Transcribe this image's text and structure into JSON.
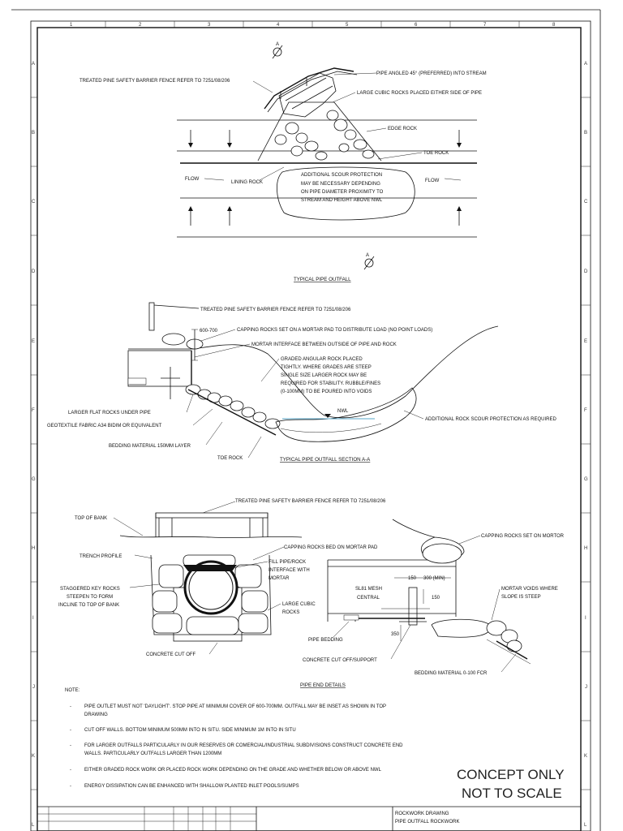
{
  "grid": {
    "columns": [
      "1",
      "2",
      "3",
      "4",
      "5",
      "6",
      "7",
      "8"
    ],
    "rows": [
      "A",
      "B",
      "C",
      "D",
      "E",
      "F",
      "G",
      "H",
      "I",
      "J",
      "K",
      "L"
    ]
  },
  "plan": {
    "section_marker": "A",
    "title": "TYPICAL PIPE OUTFALL",
    "labels": {
      "fence": "TREATED PINE SAFETY BARRIER FENCE REFER TO 7251/08/206",
      "pipe_angled": "PIPE ANGLED 45° (PREFERRED) INTO STREAM",
      "cubic_rocks": "LARGE CUBIC ROCKS PLACED EITHER SIDE OF PIPE",
      "edge_rock": "EDGE ROCK",
      "toe_rock": "TOE ROCK",
      "flow_left": "FLOW",
      "lining_rock": "LINING ROCK",
      "flow_right": "FLOW",
      "scour_1": "ADDITIONAL SCOUR PROTECTION",
      "scour_2": "MAY BE NECESSARY DEPENDING",
      "scour_3": "ON PIPE DIAMETER PROXIMITY TO",
      "scour_4": "STREAM AND HEIGHT ABOVE NWL"
    }
  },
  "section": {
    "section_marker": "A",
    "title": "TYPICAL PIPE OUTFALL SECTION A-A",
    "labels": {
      "fence": "TREATED PINE SAFETY BARRIER FENCE REFER TO 7251/08/206",
      "dim_600_700": "600-700",
      "capping": "CAPPING ROCKS SET ON A MORTAR PAD TO DISTRIBUTE LOAD (NO POINT LOADS)",
      "mortar_interface": "MORTAR INTERFACE BETWEEN OUTSIDE OF PIPE AND ROCK",
      "graded_1": "GRADED ANGULAR ROCK PLACED",
      "graded_2": "TIGHTLY. WHERE GRADES ARE STEEP",
      "graded_3": "SINGLE SIZE LARGER ROCK MAY BE",
      "graded_4": "REQUIRED FOR STABILITY. RUBBLE/FINES",
      "graded_5": "(0-100MM) TO BE POURED INTO VOIDS",
      "nwl": "NWL",
      "larger_flat": "LARGER FLAT ROCKS UNDER PIPE",
      "geotextile": "GEOTEXTILE FABRIC  A34 BIDIM OR EQUIVALENT",
      "additional_rock": "ADDITIONAL ROCK SCOUR PROTECTION AS REQUIRED",
      "bedding": "BEDDING MATERIAL 150MM LAYER",
      "toe_rock": "TOE ROCK"
    }
  },
  "pipe_end": {
    "title": "PIPE END DETAILS",
    "labels": {
      "fence": "TREATED PINE SAFETY BARRIER FENCE REFER TO 7251/08/206",
      "top_of_bank": "TOP OF BANK",
      "capping_bed": "CAPPING ROCKS BED ON MORTAR PAD",
      "capping_set": "CAPPING ROCKS SET ON MORTOR",
      "trench": "TRENCH PROFILE",
      "fill_1": "FILL PIPE/ROCK",
      "fill_2": "INTERFACE WITH",
      "fill_3": "MORTAR",
      "dim_150": "150",
      "dim_300": "300 (MIN)",
      "staggered_1": "STAGGERED KEY ROCKS",
      "staggered_2": "STEEPEN TO FORM",
      "staggered_3": "INCLINE TO TOP OF BANK",
      "mesh_1": "SL81 MESH",
      "mesh_2": "CENTRAL",
      "dim_150b": "150",
      "voids_1": "MORTAR VOIDS WHERE",
      "voids_2": "SLOPE IS STEEP",
      "cubic_1": "LARGE CUBIC",
      "cubic_2": "ROCKS",
      "pipe_bedding": "PIPE BEDDING",
      "dim_350": "350",
      "concrete_cutoff": "CONCRETE CUT OFF",
      "cutoff_support": "CONCRETE CUT OFF/SUPPORT",
      "bedding_material": "BEDDING MATERIAL 0-100 FCR"
    }
  },
  "notes": {
    "heading": "NOTE:",
    "items": [
      "PIPE OUTLET MUST NOT 'DAYLIGHT'. STOP PIPE AT MINIMUM COVER OF 600-700MM. OUTFALL MAY BE INSET AS SHOWN IN TOP",
      "DRAWING",
      "CUT OFF WALLS. BOTTOM MINIMUM 500MM INTO IN SITU. SIDE MINIMUM 1M INTO IN SITU",
      "FOR LARGER OUTFALLS PARTICULARLY IN OUR RESERVES OR COMERCIAL/INDUSTRIAL SUBDIVISIONS CONSTRUCT CONCRETE END",
      "WALLS. PARTICULARLY OUTFALLS LARGER THAN 1200MM",
      "EITHER GRADED ROCK WORK OR PLACED ROCK WORK DEPENDING ON THE GRADE AND WHETHER BELOW OR ABOVE NWL",
      "ENERGY DISSIPATION CAN BE ENHANCED WITH SHALLOW PLANTED INLET POOLS/SUMPS"
    ],
    "bullet": "-"
  },
  "stamp": {
    "line1": "CONCEPT ONLY",
    "line2": "NOT TO SCALE"
  },
  "title_block": {
    "line1": "ROCKWORK DRAWING",
    "line2": "PIPE OUTFALL ROCKWORK"
  }
}
